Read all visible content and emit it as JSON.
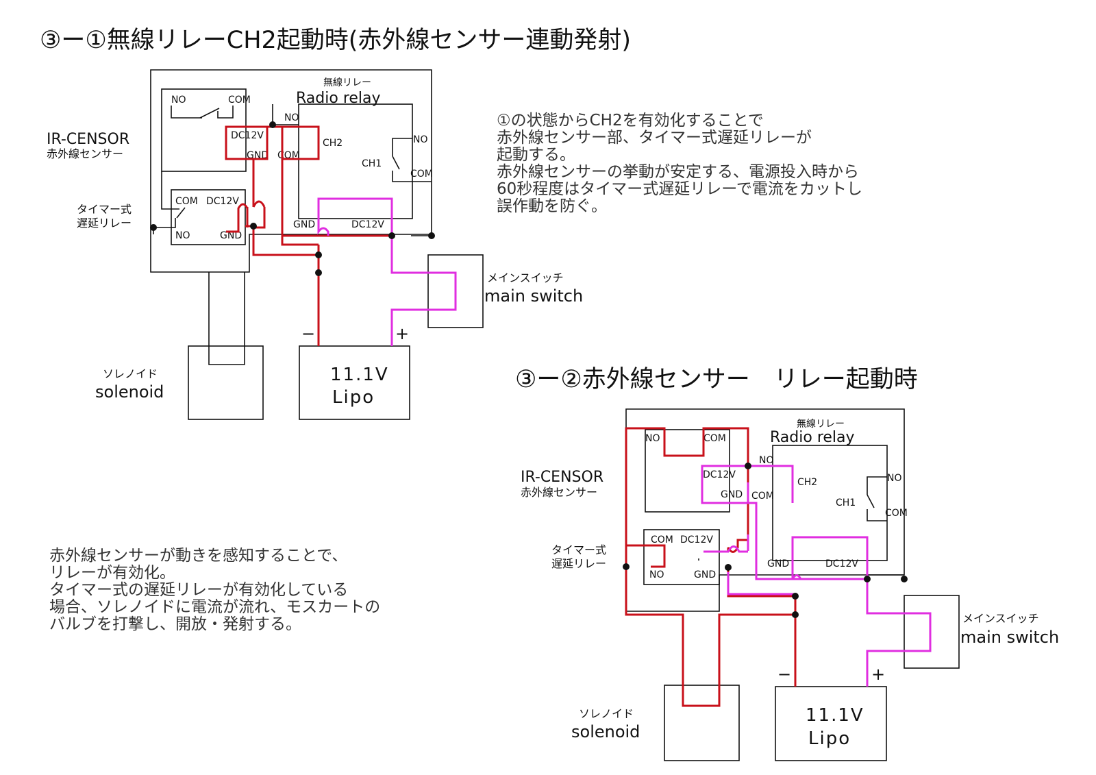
{
  "section1": {
    "title": "③ー①無線リレーCH2起動時(赤外線センサー連動発射)",
    "radio_relay_jp": "無線リレー",
    "radio_relay_en": "Radio relay",
    "ch1": "CH1",
    "ch2": "CH2",
    "no": "NO",
    "com": "COM",
    "dc12v": "DC12V",
    "gnd": "GND",
    "ir_en": "IR-CENSOR",
    "ir_jp": "赤外線センサー",
    "timer_jp1": "タイマー式",
    "timer_jp2": "遅延リレー",
    "switch_jp": "メインスイッチ",
    "switch_en": "main switch",
    "solenoid_jp": "ソレノイド",
    "solenoid_en": "solenoid",
    "battery_v": "11.1V",
    "battery_name": "Lipo",
    "minus": "−",
    "plus": "+",
    "description": [
      "①の状態からCH2を有効化することで",
      "赤外線センサー部、タイマー式遅延リレーが",
      "起動する。",
      "赤外線センサーの挙動が安定する、電源投入時から",
      "60秒程度はタイマー式遅延リレーで電流をカットし",
      "誤作動を防ぐ。"
    ]
  },
  "section2": {
    "title": "③ー②赤外線センサー　リレー起動時",
    "radio_relay_jp": "無線リレー",
    "radio_relay_en": "Radio relay",
    "ch1": "CH1",
    "ch2": "CH2",
    "no": "NO",
    "com": "COM",
    "dc12v": "DC12V",
    "gnd": "GND",
    "ir_en": "IR-CENSOR",
    "ir_jp": "赤外線センサー",
    "timer_jp1": "タイマー式",
    "timer_jp2": "遅延リレー",
    "switch_jp": "メインスイッチ",
    "switch_en": "main switch",
    "solenoid_jp": "ソレノイド",
    "solenoid_en": "solenoid",
    "battery_v": "11.1V",
    "battery_name": "Lipo",
    "minus": "−",
    "plus": "+",
    "description": [
      "赤外線センサーが動きを感知することで、",
      "リレーが有効化。",
      "タイマー式の遅延リレーが有効化している",
      "場合、ソレノイドに電流が流れ、モスカートの",
      "バルブを打撃し、開放・発射する。"
    ]
  },
  "colors": {
    "active_wire_red": "#c8101a",
    "power_wire_magenta": "#e02ee0",
    "line_black": "#111111"
  }
}
